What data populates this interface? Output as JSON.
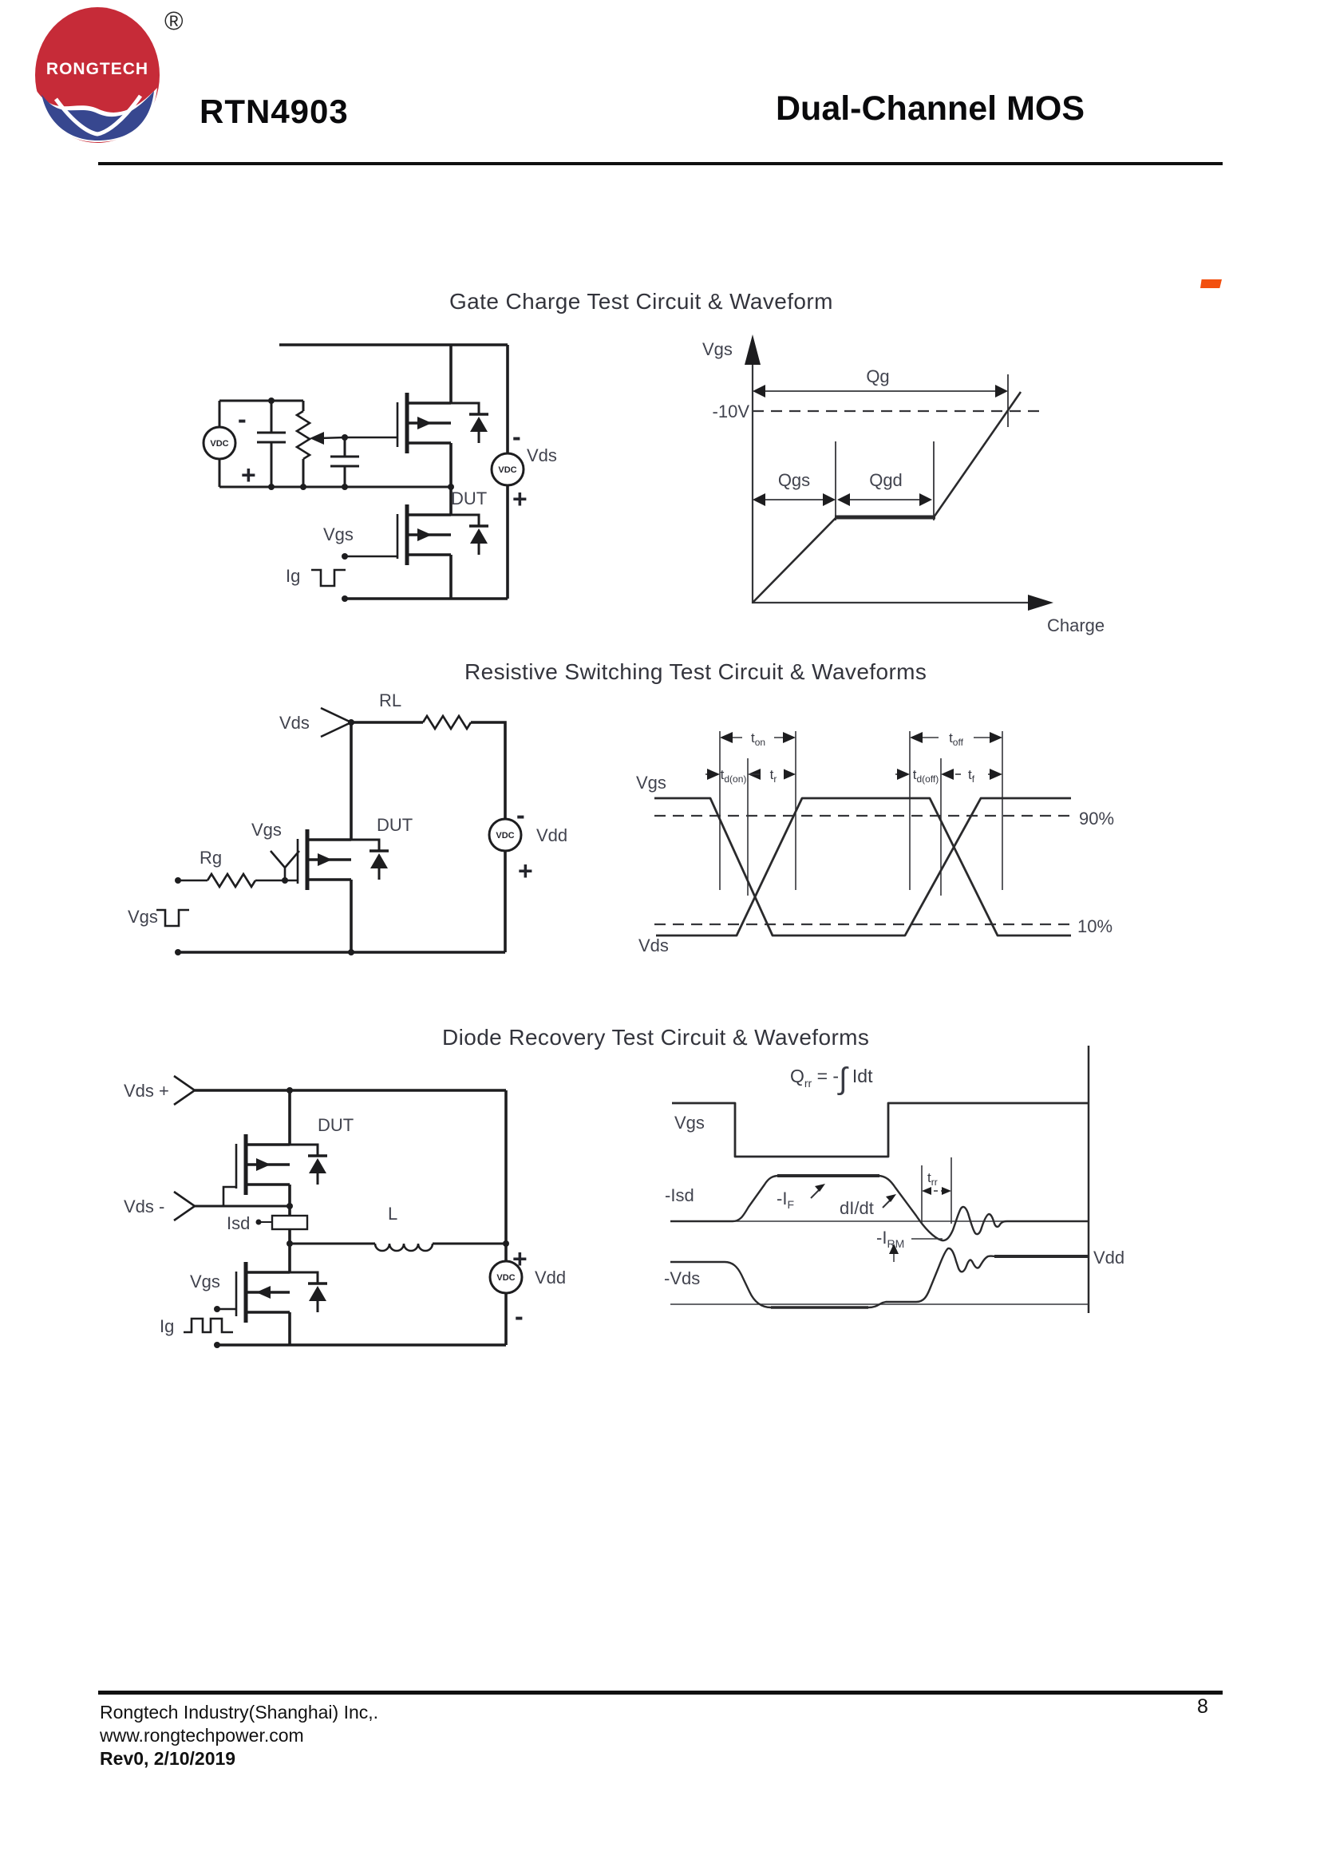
{
  "header": {
    "logo_text": "RONGTECH",
    "registered_mark": "®",
    "part_number": "RTN4903",
    "title": "Dual-Channel MOS"
  },
  "sections": {
    "gate_charge": {
      "title": "Gate Charge Test Circuit & Waveform",
      "circuit": {
        "vdc_left": "VDC",
        "vdc_left_minus": "-",
        "vdc_left_plus": "+",
        "vgs": "Vgs",
        "ig": "Ig",
        "dut": "DUT",
        "vdc_right": "VDC",
        "vds_minus": "-",
        "vds": "Vds",
        "vds_plus": "+"
      },
      "waveform": {
        "y_axis": "Vgs",
        "level": "-10V",
        "qg": "Qg",
        "qgs": "Qgs",
        "qgd": "Qgd",
        "x_axis": "Charge"
      }
    },
    "resistive_switching": {
      "title": "Resistive Switching Test Circuit & Waveforms",
      "circuit": {
        "rl": "RL",
        "vds": "Vds",
        "vgs_probe": "Vgs",
        "rg": "Rg",
        "dut": "DUT",
        "vdc": "VDC",
        "minus": "-",
        "plus": "+",
        "vdd": "Vdd",
        "vgs_pulse": "Vgs"
      },
      "waveform": {
        "vgs": "Vgs",
        "vds": "Vds",
        "p90": "90%",
        "p10": "10%",
        "t_on": {
          "base": "t",
          "sub": "on"
        },
        "t_d_on": {
          "base": "t",
          "sub": "d(on)"
        },
        "t_r": {
          "base": "t",
          "sub": "r"
        },
        "t_off": {
          "base": "t",
          "sub": "off"
        },
        "t_d_off": {
          "base": "t",
          "sub": "d(off)"
        },
        "t_f": {
          "base": "t",
          "sub": "f"
        }
      }
    },
    "diode_recovery": {
      "title": "Diode Recovery Test Circuit & Waveforms",
      "circuit": {
        "vds_plus": "Vds +",
        "dut": "DUT",
        "vds_minus": "Vds -",
        "isd": "Isd",
        "l": "L",
        "plus": "+",
        "vdc": "VDC",
        "vdd": "Vdd",
        "minus": "-",
        "vgs": "Vgs",
        "ig": "Ig"
      },
      "waveform": {
        "eq_q": "Q",
        "eq_sub": "rr",
        "eq_mid": " = -",
        "eq_int": "∫",
        "eq_end": " Idt",
        "vgs": "Vgs",
        "isd": "-Isd",
        "vds": "-Vds",
        "i_f": {
          "base": "-I",
          "sub": "F"
        },
        "didt": "dI/dt",
        "i_rm": {
          "base": "-I",
          "sub": "RM"
        },
        "t_rr": {
          "base": "t",
          "sub": "rr"
        },
        "vdd": "Vdd"
      }
    }
  },
  "footer": {
    "company": "Rongtech Industry(Shanghai) Inc,.",
    "website": "www.rongtechpower.com",
    "revision": "Rev0, 2/10/2019",
    "page_number": "8"
  }
}
